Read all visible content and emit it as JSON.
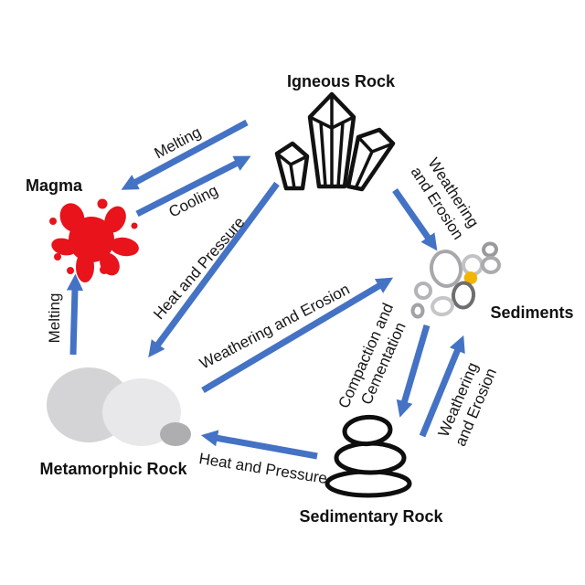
{
  "nodes": {
    "igneous": {
      "label": "Igneous Rock"
    },
    "magma": {
      "label": "Magma"
    },
    "sediments": {
      "label": "Sediments"
    },
    "metamorphic": {
      "label": "Metamorphic Rock"
    },
    "sedimentary": {
      "label": "Sedimentary Rock"
    }
  },
  "arrows": {
    "igneous_to_magma": {
      "label": "Melting"
    },
    "magma_to_igneous": {
      "label": "Cooling"
    },
    "igneous_to_metamorphic": {
      "label": "Heat and Pressure"
    },
    "igneous_to_sediments": {
      "label_line1": "Weathering",
      "label_line2": "and Erosion"
    },
    "metamorphic_to_sediments": {
      "label": "Weathering and Erosion"
    },
    "metamorphic_to_magma": {
      "label": "Melting"
    },
    "sediments_to_sedimentary": {
      "label_line1": "Compaction and",
      "label_line2": "Cementation"
    },
    "sedimentary_to_sediments": {
      "label_line1": "Weathering",
      "label_line2": "and Erosion"
    },
    "sedimentary_to_metamorphic": {
      "label": "Heat and Pressure"
    }
  },
  "icons": {
    "igneous": "crystal-cluster",
    "magma": "red-splat",
    "sediments": "pebble-cluster",
    "metamorphic": "gray-boulders",
    "sedimentary": "stacked-stones-cairn"
  },
  "colors": {
    "arrow_blue": "#4472C4",
    "magma_red": "#E8131B",
    "sediment_gold": "#F2B505",
    "label_text": "#111111"
  }
}
